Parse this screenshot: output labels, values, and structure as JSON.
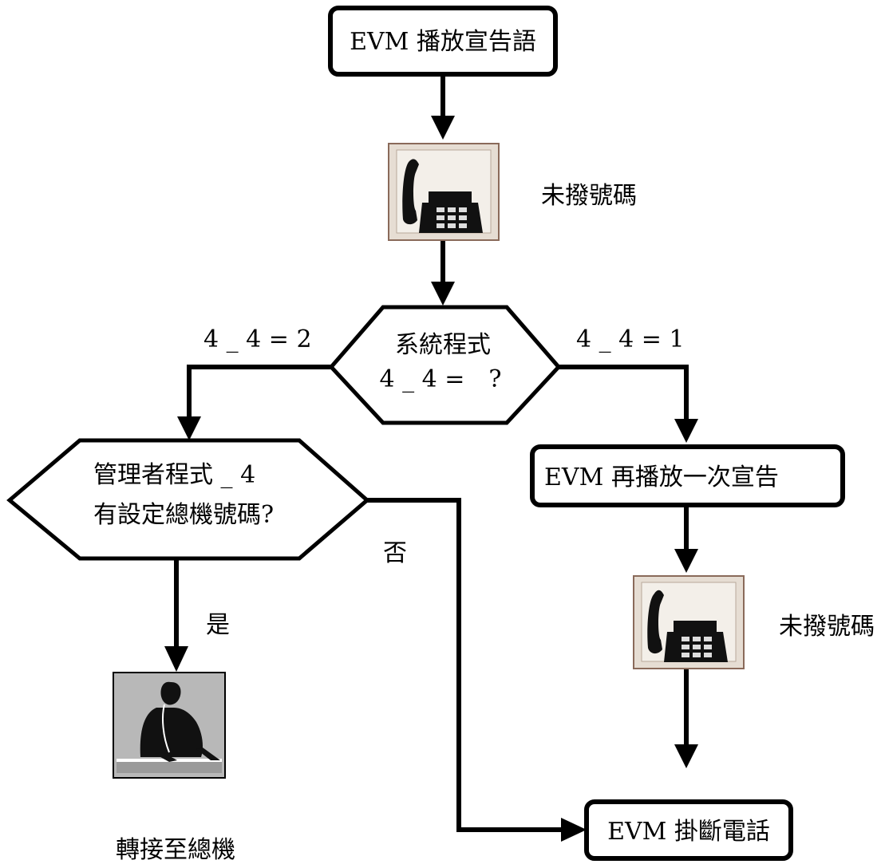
{
  "nodes": {
    "start": {
      "label": "EVM 播放宣告語"
    },
    "phone_icon_top": {
      "caption": "未撥號碼"
    },
    "decision_system": {
      "line1": "系統程式",
      "line2": "4 _ 4 =　?"
    },
    "decision_admin": {
      "line1": "管理者程式 _ 4",
      "line2": "有設定總機號碼?"
    },
    "replay": {
      "label": "EVM 再播放一次宣告"
    },
    "phone_icon_bottom": {
      "caption": "未撥號碼"
    },
    "operator_icon": {
      "caption": "轉接至總機"
    },
    "hangup": {
      "label": "EVM 掛斷電話"
    }
  },
  "edges": {
    "left_branch": "4 _ 4 = 2",
    "right_branch": "4 _ 4 = 1",
    "no": "否",
    "yes": "是"
  },
  "colors": {
    "line": "#000000",
    "icon_bg": "#e6ddd3",
    "icon_frame": "#8a6a5a",
    "operator_bg": "#b8b8b8"
  }
}
